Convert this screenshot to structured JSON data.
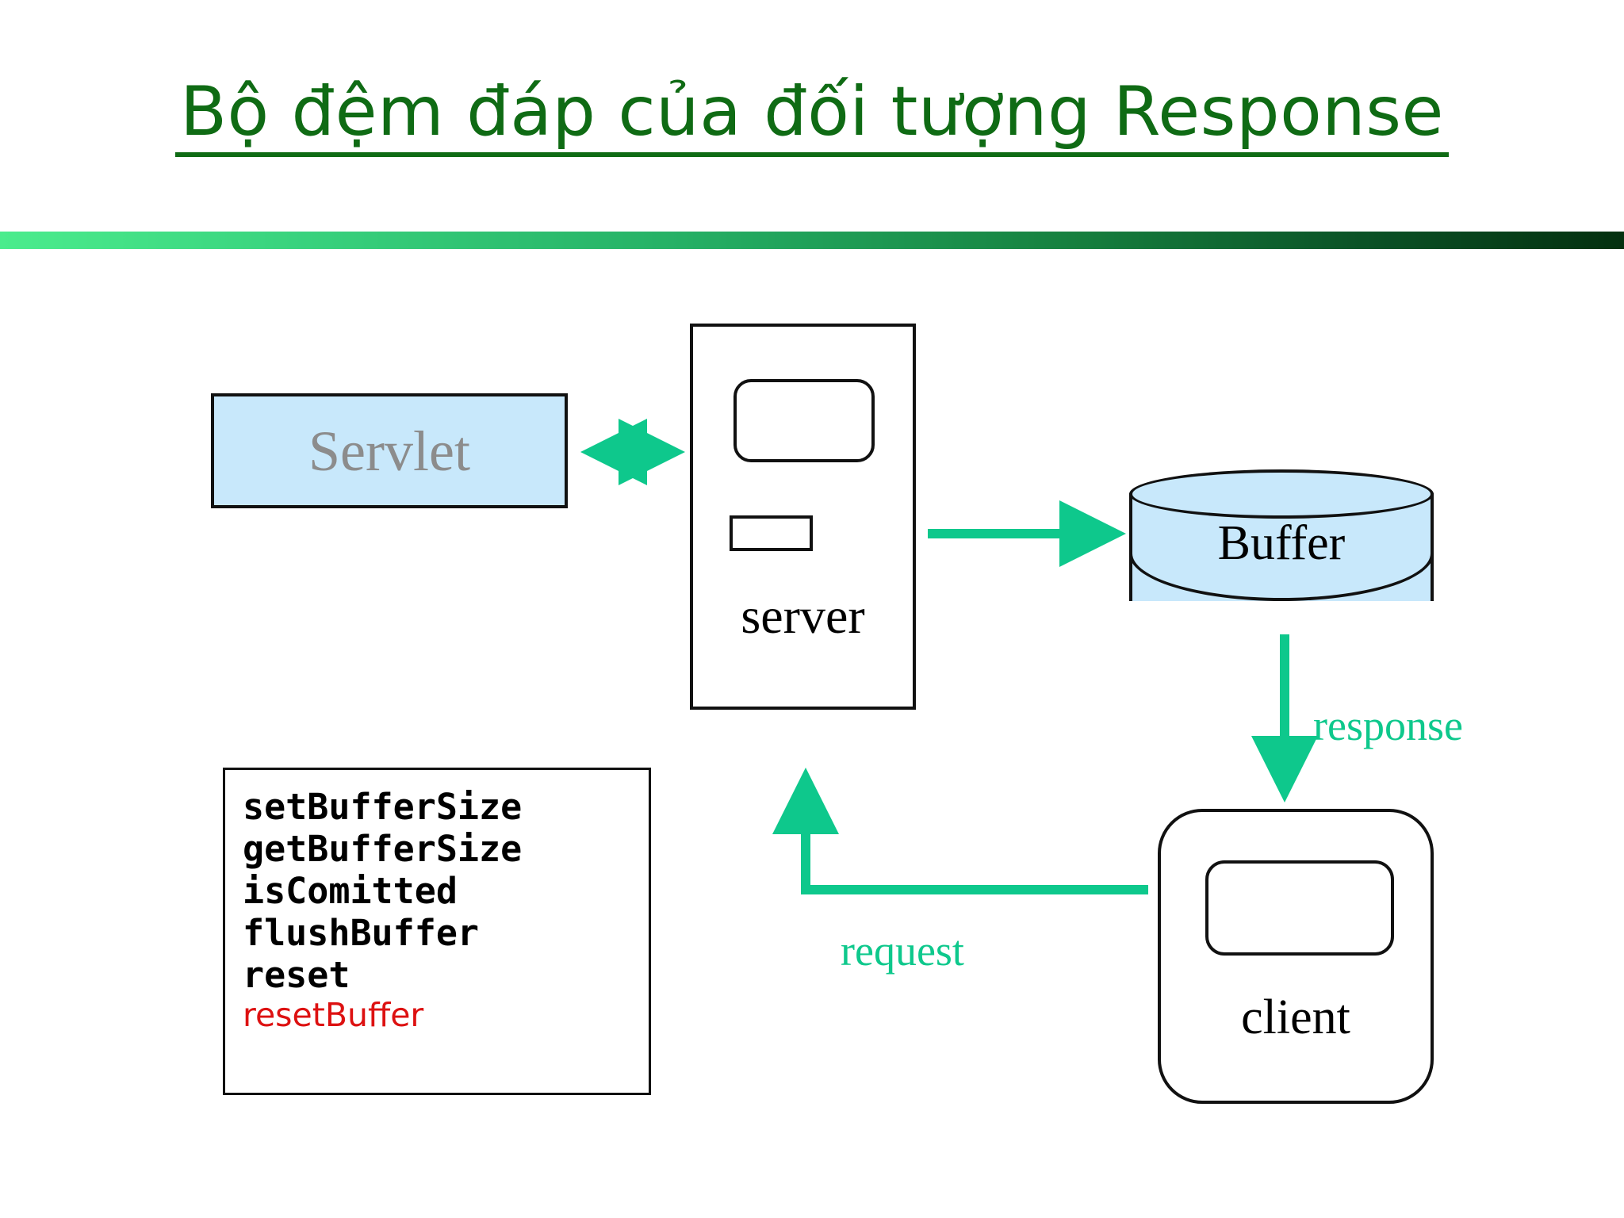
{
  "slide": {
    "title": "Bộ đệm đáp của đối tượng Response",
    "title_color": "#0f6b14",
    "background": "#ffffff",
    "divider_gradient_from": "#4bec8d",
    "divider_gradient_to": "#04300f"
  },
  "diagram": {
    "accent_color": "#0ec88c",
    "shape_fill": "#c8e8fb",
    "outline_color": "#111111",
    "nodes": {
      "servlet": {
        "label": "Servlet",
        "text_color": "#8c8c8c",
        "fill": "#c8e8fb"
      },
      "server": {
        "label": "server",
        "text_color": "#000000",
        "fill": "#ffffff"
      },
      "buffer": {
        "label": "Buffer",
        "text_color": "#000000",
        "fill": "#c8e8fb"
      },
      "client": {
        "label": "client",
        "text_color": "#000000",
        "fill": "#ffffff"
      }
    },
    "edges": {
      "servlet_server": {
        "label": "",
        "style": "double-headed"
      },
      "server_buffer": {
        "label": "",
        "style": "single-headed"
      },
      "buffer_client": {
        "label": "response",
        "style": "single-headed"
      },
      "client_server": {
        "label": "request",
        "style": "single-headed"
      }
    }
  },
  "methods": {
    "items": [
      {
        "name": "setBufferSize",
        "color": "#000000",
        "highlight": false
      },
      {
        "name": "getBufferSize",
        "color": "#000000",
        "highlight": false
      },
      {
        "name": "isComitted",
        "color": "#000000",
        "highlight": false
      },
      {
        "name": "flushBuffer",
        "color": "#000000",
        "highlight": false
      },
      {
        "name": "reset",
        "color": "#000000",
        "highlight": false
      },
      {
        "name": "resetBuffer",
        "color": "#dd1111",
        "highlight": true
      }
    ]
  }
}
